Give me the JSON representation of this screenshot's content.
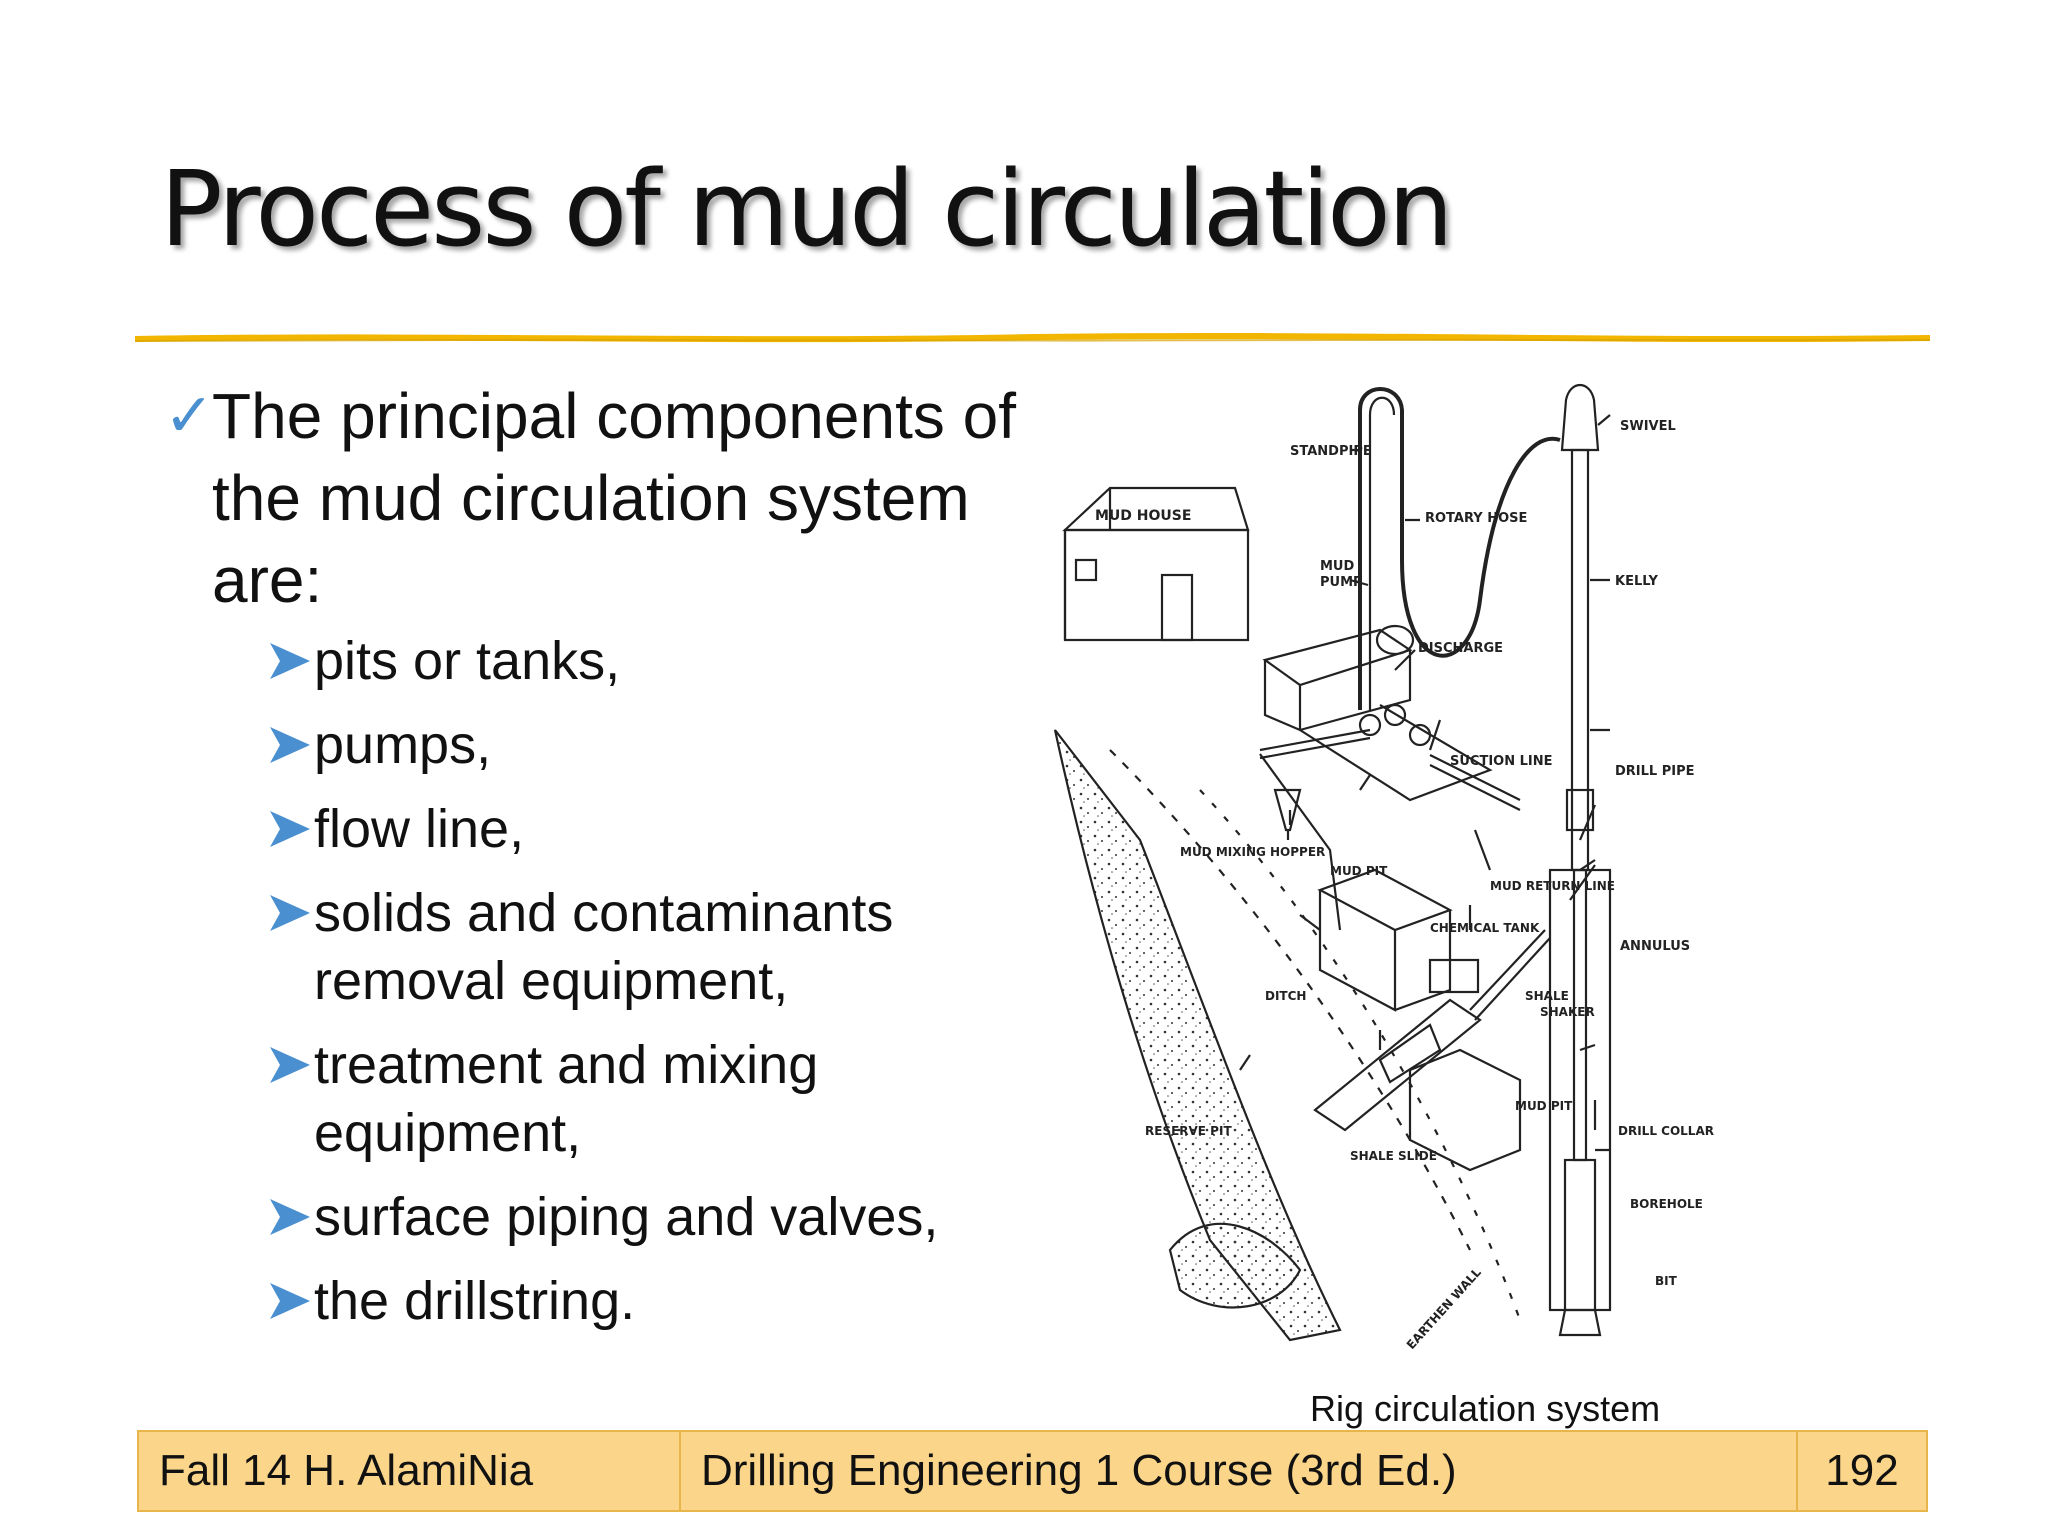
{
  "slide": {
    "title": "Process of mud circulation",
    "intro": "The principal components of the mud circulation system are:",
    "items": [
      "pits or tanks,",
      "pumps,",
      "flow line,",
      "solids and contaminants removal equipment,",
      "treatment and mixing equipment,",
      "surface piping and valves,",
      "the drillstring."
    ]
  },
  "figure": {
    "caption": "Rig circulation system",
    "labels": {
      "mud_house": "MUD HOUSE",
      "standpipe": "STANDPIPE",
      "swivel": "SWIVEL",
      "rotary_hose": "ROTARY HOSE",
      "mud_pump_1": "MUD",
      "mud_pump_2": "PUMP",
      "kelly": "KELLY",
      "discharge": "DISCHARGE",
      "suction_line": "SUCTION LINE",
      "drill_pipe": "DRILL PIPE",
      "mud_mixing_hopper": "MUD MIXING HOPPER",
      "mud_pit_upper": "MUD PIT",
      "mud_return_line": "MUD RETURN LINE",
      "chemical_tank": "CHEMICAL TANK",
      "annulus": "ANNULUS",
      "ditch": "DITCH",
      "shale_shaker_1": "SHALE",
      "shale_shaker_2": "SHAKER",
      "mud_pit_lower": "MUD PIT",
      "drill_collar": "DRILL COLLAR",
      "reserve_pit": "RESERVE PIT",
      "shale_slide": "SHALE SLIDE",
      "borehole": "BOREHOLE",
      "bit": "BIT",
      "earthen_wall": "EARTHEN WALL"
    }
  },
  "footer": {
    "left": "Fall 14 H. AlamiNia",
    "center": "Drilling Engineering 1 Course (3rd Ed.)",
    "page": "192"
  },
  "icons": {
    "level1_bullet": "checkmark-icon",
    "level2_bullet": "arrow-bullet-icon"
  },
  "colors": {
    "accent_rule": "#f2b600",
    "footer_fill": "#fbd68a",
    "footer_border": "#e8b54b",
    "bullet_blue": "#4a8fd0"
  }
}
